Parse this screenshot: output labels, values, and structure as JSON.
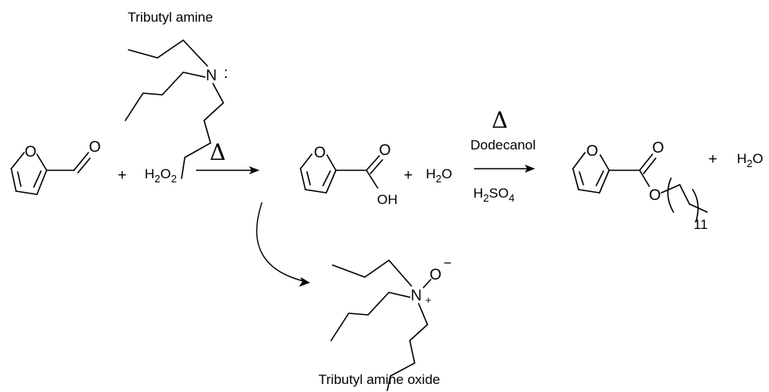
{
  "labels": {
    "tributylamine": "Tributyl amine",
    "tributylamine_oxide": "Tributyl amine oxide",
    "dodecanol": "Dodecanol",
    "heat_symbol": "Δ"
  },
  "atoms": {
    "O": "O",
    "N": "N",
    "lone_pair": ":",
    "hydroxyl": "OH",
    "plus_charge": "+",
    "minus_charge": "−",
    "repeat_count": "11"
  },
  "formulas": {
    "h2o2": {
      "main": "H",
      "sub1": "2",
      "mid": "O",
      "sub2": "2"
    },
    "water": {
      "main": "H",
      "sub": "2",
      "end": "O"
    },
    "sulfuric_acid": {
      "h": "H",
      "sub1": "2",
      "so": "SO",
      "sub2": "4"
    }
  },
  "operators": {
    "plus": "+"
  }
}
